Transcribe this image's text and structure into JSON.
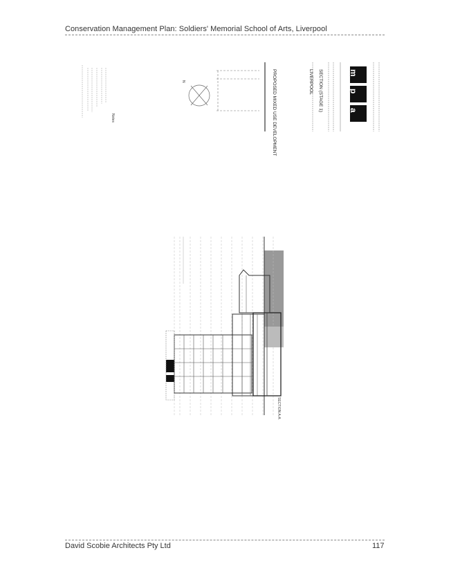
{
  "header": {
    "title": "Conservation Management Plan: Soldiers' Memorial School of Arts, Liverpool"
  },
  "drawing": {
    "notes_label": "Notes",
    "north_label": "N",
    "project_title": "PROPOSED MIXED USE DEVELOPMENT",
    "location": "LIVERPOOL",
    "drawing_title": "SECTION (STAGE 1)",
    "logo_letters": [
      "m",
      "p",
      "a"
    ],
    "section_label": "SECTION A-A"
  },
  "footer": {
    "left": "David Scobie Architects Pty Ltd",
    "page_number": "117"
  }
}
